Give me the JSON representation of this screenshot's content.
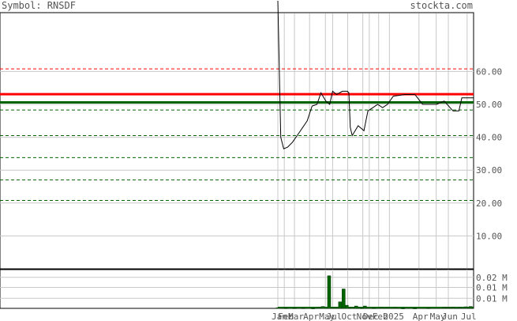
{
  "header": {
    "symbol_label": "Symbol: RNSDF",
    "site": "stockta.com"
  },
  "colors": {
    "resistance": "#ff0000",
    "support": "#006400",
    "price_line": "#000000",
    "volume_bar": "#006400",
    "grid": "#c8c8c8",
    "text": "#555555"
  },
  "chart_data": [
    {
      "type": "line",
      "title": "",
      "ylim": [
        0,
        70
      ],
      "grid": true,
      "y_ticks": [
        {
          "value": 60,
          "label": "60.00"
        },
        {
          "value": 50,
          "label": "50.00"
        },
        {
          "value": 40,
          "label": "40.00"
        },
        {
          "value": 30,
          "label": "30.00"
        },
        {
          "value": 20,
          "label": "20.00"
        },
        {
          "value": 10,
          "label": "10.00"
        }
      ],
      "x_ticks": [
        {
          "pos": 0.0,
          "label": "Jan"
        },
        {
          "pos": 0.033,
          "label": "Feb"
        },
        {
          "pos": 0.085,
          "label": "Mar"
        },
        {
          "pos": 0.162,
          "label": "Apr"
        },
        {
          "pos": 0.243,
          "label": "May"
        },
        {
          "pos": 0.28,
          "label": "Jul"
        },
        {
          "pos": 0.357,
          "label": "Oct"
        },
        {
          "pos": 0.434,
          "label": "Nov"
        },
        {
          "pos": 0.467,
          "label": "Dec"
        },
        {
          "pos": 0.515,
          "label": "Feb"
        },
        {
          "pos": 0.57,
          "label": "2025"
        },
        {
          "pos": 0.721,
          "label": "Apr"
        },
        {
          "pos": 0.809,
          "label": "May"
        },
        {
          "pos": 0.871,
          "label": "Jun"
        },
        {
          "pos": 0.967,
          "label": "Jul"
        }
      ],
      "x_gridlines": [
        0.0,
        0.033,
        0.085,
        0.162,
        0.243,
        0.28,
        0.357,
        0.434,
        0.467,
        0.515,
        0.57,
        0.721,
        0.809,
        0.871,
        0.967
      ],
      "horizontal_levels": [
        {
          "value": 60.8,
          "kind": "resistance",
          "style": "dashed"
        },
        {
          "value": 53.1,
          "kind": "resistance",
          "style": "solid"
        },
        {
          "value": 50.6,
          "kind": "support",
          "style": "solid"
        },
        {
          "value": 48.3,
          "kind": "support",
          "style": "dashed"
        },
        {
          "value": 40.5,
          "kind": "support",
          "style": "dashed"
        },
        {
          "value": 33.8,
          "kind": "support",
          "style": "dashed"
        },
        {
          "value": 27.0,
          "kind": "support",
          "style": "dashed"
        },
        {
          "value": 20.8,
          "kind": "support",
          "style": "dashed"
        }
      ],
      "series": [
        {
          "points": [
            [
              0.0,
              95
            ],
            [
              0.015,
              40
            ],
            [
              0.03,
              36.5
            ],
            [
              0.05,
              37
            ],
            [
              0.075,
              38.5
            ],
            [
              0.11,
              41.5
            ],
            [
              0.15,
              45
            ],
            [
              0.175,
              49.5
            ],
            [
              0.2,
              50
            ],
            [
              0.22,
              53.5
            ],
            [
              0.245,
              51
            ],
            [
              0.265,
              50
            ],
            [
              0.28,
              54
            ],
            [
              0.3,
              53
            ],
            [
              0.33,
              54
            ],
            [
              0.355,
              54
            ],
            [
              0.363,
              53.5
            ],
            [
              0.37,
              43
            ],
            [
              0.38,
              40.5
            ],
            [
              0.395,
              42
            ],
            [
              0.41,
              43.5
            ],
            [
              0.44,
              42
            ],
            [
              0.46,
              48
            ],
            [
              0.485,
              49
            ],
            [
              0.51,
              50
            ],
            [
              0.535,
              49
            ],
            [
              0.56,
              50
            ],
            [
              0.59,
              52.5
            ],
            [
              0.65,
              53
            ],
            [
              0.7,
              53
            ],
            [
              0.74,
              50
            ],
            [
              0.78,
              50
            ],
            [
              0.81,
              50
            ],
            [
              0.85,
              51
            ],
            [
              0.88,
              49
            ],
            [
              0.895,
              48
            ],
            [
              0.925,
              48
            ],
            [
              0.94,
              52
            ],
            [
              0.97,
              52
            ],
            [
              1.0,
              52
            ]
          ]
        }
      ]
    },
    {
      "type": "bar",
      "title": "",
      "ylim": [
        0,
        0.025
      ],
      "y_ticks": [
        {
          "value": 0.02,
          "label": "0.02 M"
        },
        {
          "value": 0.0135,
          "label": "0.01 M"
        },
        {
          "value": 0.0065,
          "label": "0.01 M"
        }
      ],
      "bars": [
        {
          "pos": 0.0,
          "value": 0.0004
        },
        {
          "pos": 0.04,
          "value": 0.0003
        },
        {
          "pos": 0.085,
          "value": 0.0003
        },
        {
          "pos": 0.13,
          "value": 0.0003
        },
        {
          "pos": 0.18,
          "value": 0.0002
        },
        {
          "pos": 0.21,
          "value": 0.0005
        },
        {
          "pos": 0.23,
          "value": 0.0012
        },
        {
          "pos": 0.262,
          "value": 0.021
        },
        {
          "pos": 0.29,
          "value": 0.0005
        },
        {
          "pos": 0.318,
          "value": 0.0042
        },
        {
          "pos": 0.336,
          "value": 0.0125
        },
        {
          "pos": 0.352,
          "value": 0.002
        },
        {
          "pos": 0.38,
          "value": 0.0004
        },
        {
          "pos": 0.4,
          "value": 0.0015
        },
        {
          "pos": 0.43,
          "value": 0.0003
        },
        {
          "pos": 0.445,
          "value": 0.0015
        },
        {
          "pos": 0.49,
          "value": 0.0003
        },
        {
          "pos": 0.53,
          "value": 0.0005
        },
        {
          "pos": 0.56,
          "value": 0.0005
        },
        {
          "pos": 0.6,
          "value": 0.0005
        },
        {
          "pos": 0.64,
          "value": 0.0002
        },
        {
          "pos": 0.7,
          "value": 0.0002
        },
        {
          "pos": 0.77,
          "value": 0.0003
        },
        {
          "pos": 0.85,
          "value": 0.0007
        },
        {
          "pos": 0.87,
          "value": 0.0005
        },
        {
          "pos": 0.895,
          "value": 0.0009
        },
        {
          "pos": 0.93,
          "value": 0.0006
        },
        {
          "pos": 0.96,
          "value": 0.001
        },
        {
          "pos": 0.985,
          "value": 0.0012
        }
      ]
    }
  ]
}
